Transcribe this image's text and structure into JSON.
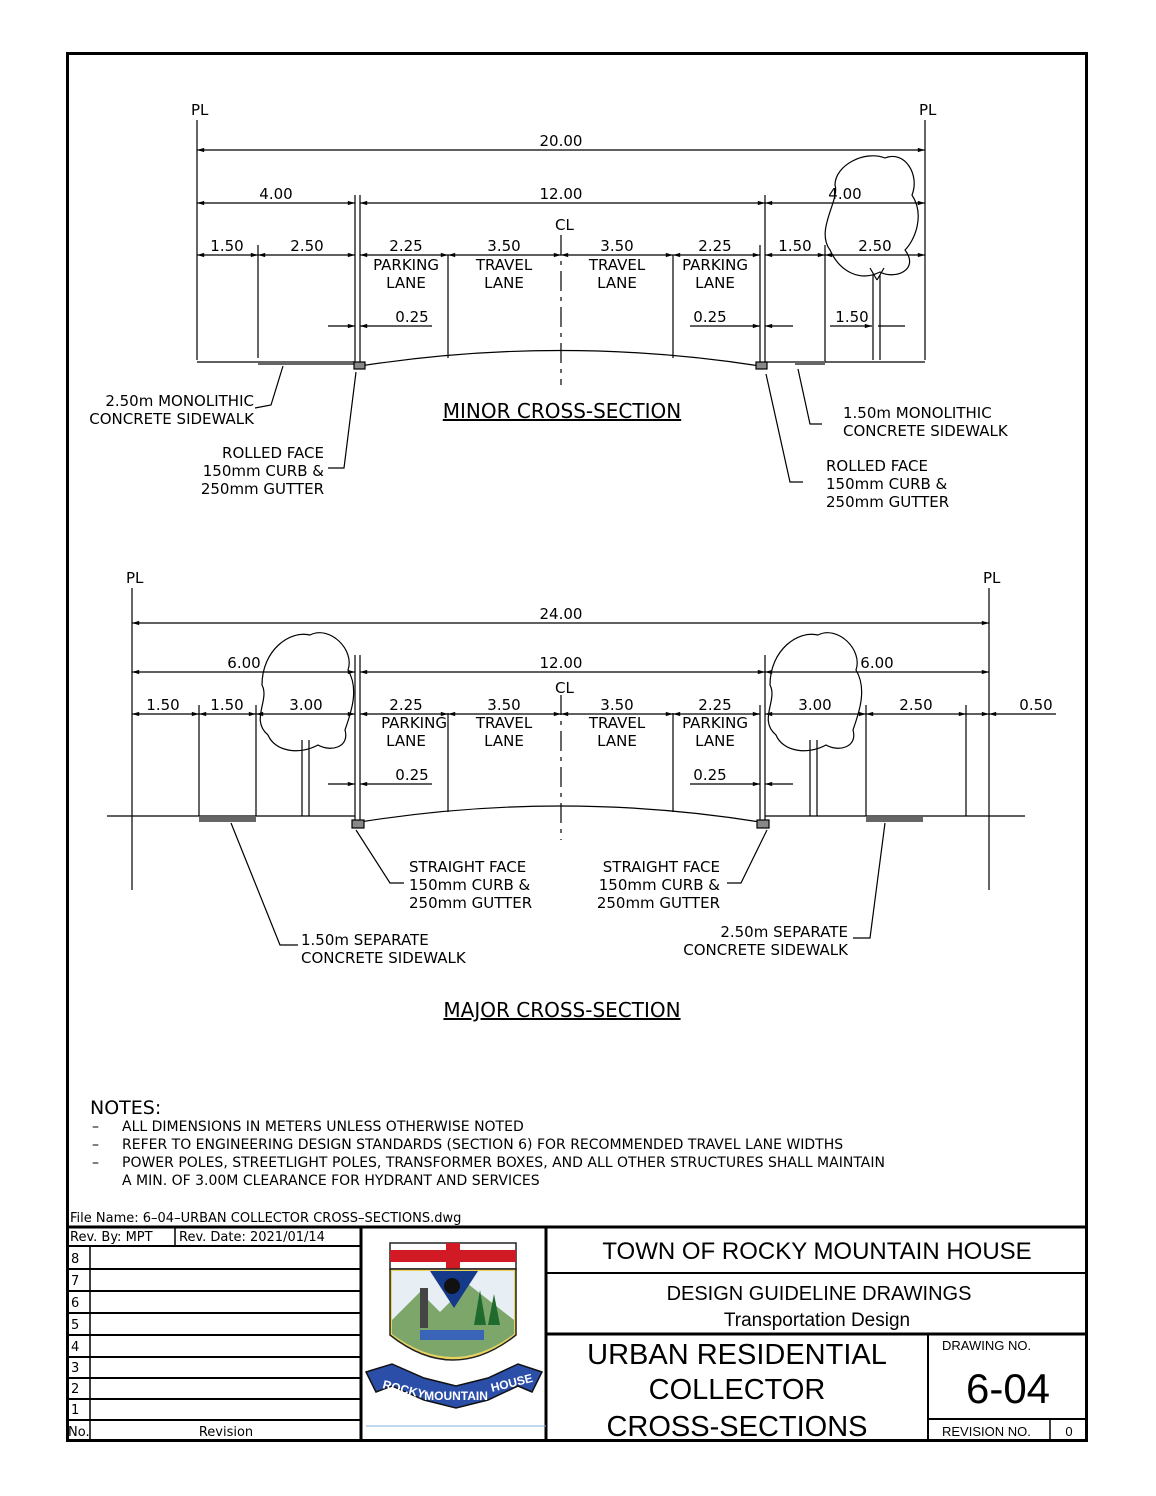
{
  "minor": {
    "title": "MINOR CROSS-SECTION",
    "pl": "PL",
    "cl": "CL",
    "dims": {
      "total": "20.00",
      "left": "4.00",
      "center": "12.00",
      "right": "4.00",
      "l1": "1.50",
      "l2": "2.50",
      "p1": "2.25",
      "t1": "3.50",
      "t2": "3.50",
      "p2": "2.25",
      "r1": "1.50",
      "r2": "2.50",
      "g1": "0.25",
      "g2": "0.25",
      "r3": "1.50"
    },
    "lanes": {
      "parking": "PARKING",
      "travel": "TRAVEL",
      "lane": "LANE"
    },
    "callouts": {
      "left_sidewalk_1": "2.50m MONOLITHIC",
      "left_sidewalk_2": "CONCRETE SIDEWALK",
      "left_curb_1": "ROLLED FACE",
      "left_curb_2": "150mm CURB &",
      "left_curb_3": "250mm GUTTER",
      "right_sidewalk_1": "1.50m MONOLITHIC",
      "right_sidewalk_2": "CONCRETE SIDEWALK",
      "right_curb_1": "ROLLED FACE",
      "right_curb_2": "150mm CURB &",
      "right_curb_3": "250mm GUTTER"
    }
  },
  "major": {
    "title": "MAJOR CROSS-SECTION",
    "pl": "PL",
    "cl": "CL",
    "dims": {
      "total": "24.00",
      "left": "6.00",
      "center": "12.00",
      "right": "6.00",
      "l1": "1.50",
      "l2": "1.50",
      "l3": "3.00",
      "p1": "2.25",
      "t1": "3.50",
      "t2": "3.50",
      "p2": "2.25",
      "r1": "3.00",
      "r2": "2.50",
      "r3": "0.50",
      "g1": "0.25",
      "g2": "0.25"
    },
    "lanes": {
      "parking": "PARKING",
      "travel": "TRAVEL",
      "lane": "LANE"
    },
    "callouts": {
      "left_curb_1": "STRAIGHT FACE",
      "left_curb_2": "150mm CURB &",
      "left_curb_3": "250mm GUTTER",
      "right_curb_1": "STRAIGHT FACE",
      "right_curb_2": "150mm CURB &",
      "right_curb_3": "250mm GUTTER",
      "left_sidewalk_1": "1.50m SEPARATE",
      "left_sidewalk_2": "CONCRETE SIDEWALK",
      "right_sidewalk_1": "2.50m SEPARATE",
      "right_sidewalk_2": "CONCRETE SIDEWALK"
    }
  },
  "notes": {
    "heading": "NOTES:",
    "items": [
      "ALL DIMENSIONS IN METERS UNLESS OTHERWISE NOTED",
      "REFER TO ENGINEERING DESIGN STANDARDS (SECTION 6) FOR RECOMMENDED TRAVEL LANE WIDTHS",
      "POWER POLES, STREETLIGHT POLES, TRANSFORMER BOXES, AND ALL OTHER STRUCTURES SHALL MAINTAIN",
      "A MIN. OF 3.00M CLEARANCE FOR HYDRANT AND SERVICES"
    ],
    "dash": "–"
  },
  "file_name": "File Name: 6–04–URBAN COLLECTOR CROSS–SECTIONS.dwg",
  "revision_block": {
    "rev_by": "Rev. By: MPT",
    "rev_date": "Rev. Date: 2021/01/14",
    "rows": [
      "8",
      "7",
      "6",
      "5",
      "4",
      "3",
      "2",
      "1"
    ],
    "no_label": "No.",
    "revision_label": "Revision"
  },
  "logo": {
    "left_word": "ROCKY",
    "center_word": "MOUNTAIN",
    "right_word": "HOUSE"
  },
  "title_block": {
    "town": "TOWN OF ROCKY MOUNTAIN HOUSE",
    "series": "DESIGN GUIDELINE DRAWINGS",
    "subseries": "Transportation Design",
    "title_1": "URBAN RESIDENTIAL",
    "title_2": "COLLECTOR",
    "title_3": "CROSS-SECTIONS",
    "drawing_no_label": "DRAWING NO.",
    "drawing_no": "6-04",
    "revision_no_label": "REVISION NO.",
    "revision_no": "0"
  }
}
